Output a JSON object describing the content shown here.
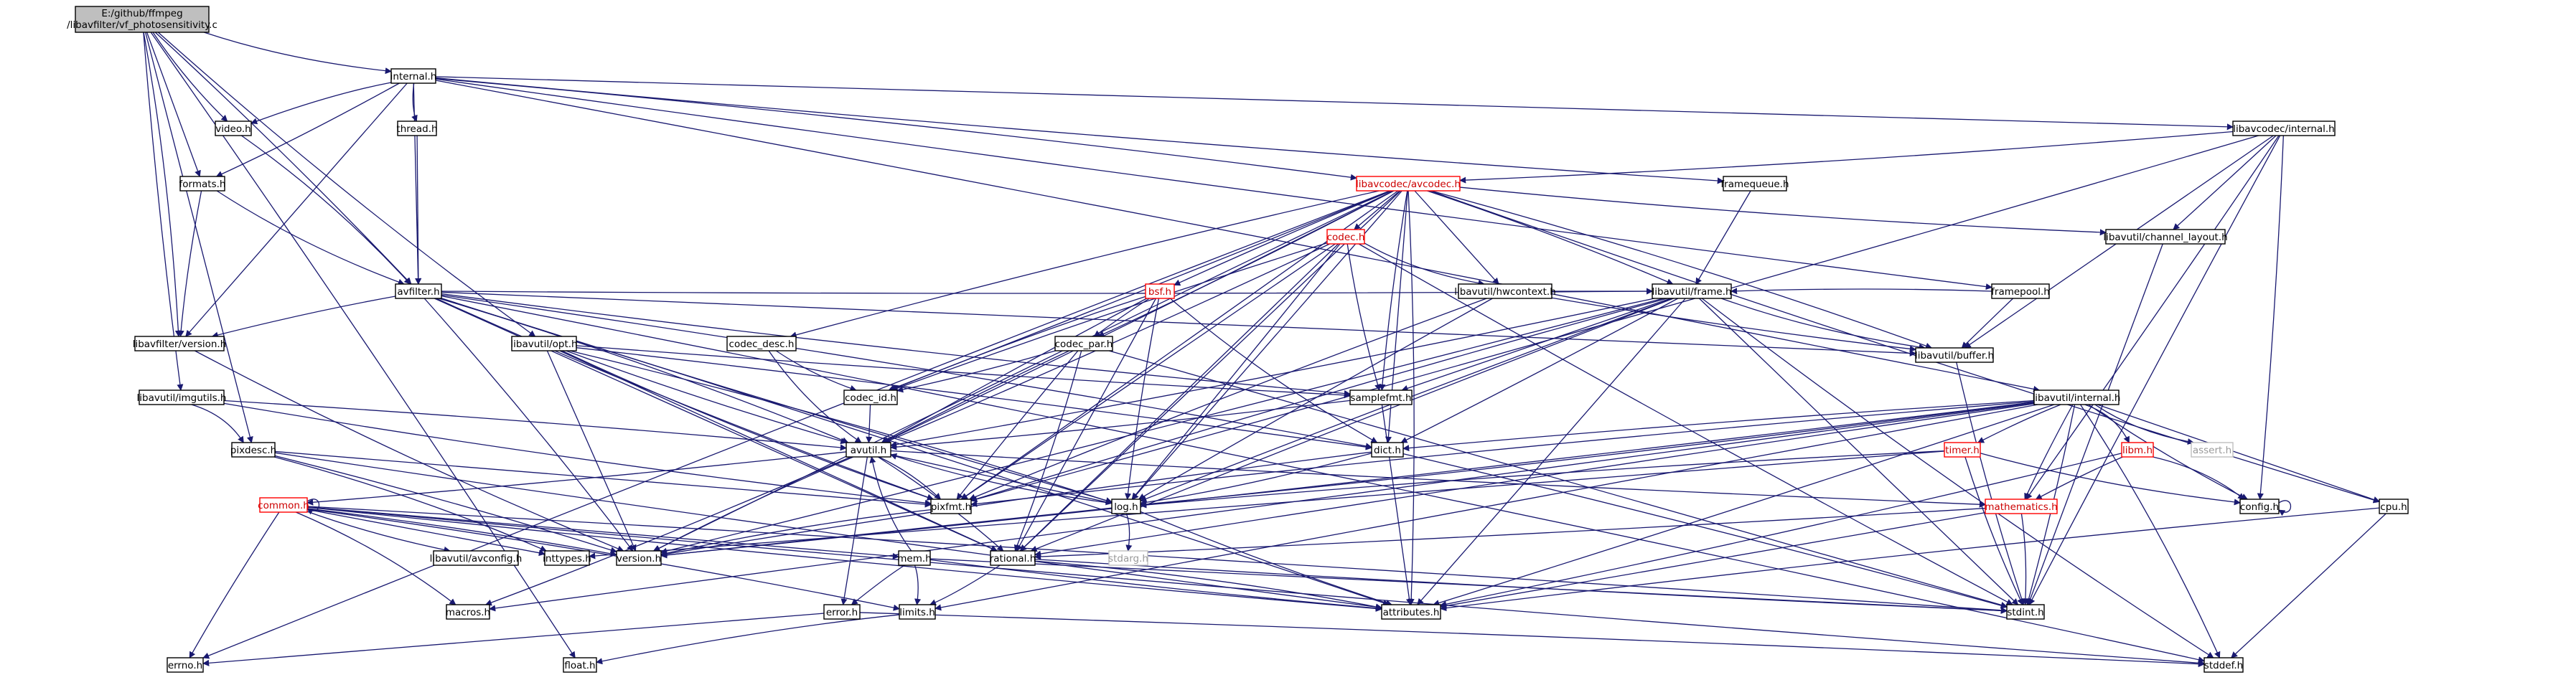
{
  "colors": {
    "edge": "#191970",
    "root_fill": "#bfbfbf",
    "truncated_border": "#ff0000",
    "node_border": "#000000"
  },
  "nodes": [
    {
      "id": "root",
      "label": "E:/github/ffmpeg/libavfilter/vf_photosensitivity.c",
      "kind": "root"
    },
    {
      "id": "internal_h",
      "label": "internal.h",
      "kind": "normal"
    },
    {
      "id": "video_h",
      "label": "video.h",
      "kind": "normal"
    },
    {
      "id": "formats_h",
      "label": "formats.h",
      "kind": "normal"
    },
    {
      "id": "thread_h",
      "label": "thread.h",
      "kind": "normal"
    },
    {
      "id": "avfilter_h",
      "label": "avfilter.h",
      "kind": "normal"
    },
    {
      "id": "lavfi_version_h",
      "label": "libavfilter/version.h",
      "kind": "normal"
    },
    {
      "id": "opt_h",
      "label": "libavutil/opt.h",
      "kind": "normal"
    },
    {
      "id": "imgutils_h",
      "label": "libavutil/imgutils.h",
      "kind": "normal"
    },
    {
      "id": "pixdesc_h",
      "label": "pixdesc.h",
      "kind": "normal"
    },
    {
      "id": "common_h",
      "label": "common.h",
      "kind": "truncated"
    },
    {
      "id": "avconfig_h",
      "label": "libavutil/avconfig.h",
      "kind": "normal"
    },
    {
      "id": "inttypes_h",
      "label": "inttypes.h",
      "kind": "normal"
    },
    {
      "id": "version_h",
      "label": "version.h",
      "kind": "normal"
    },
    {
      "id": "macros_h",
      "label": "macros.h",
      "kind": "normal"
    },
    {
      "id": "errno_h",
      "label": "errno.h",
      "kind": "normal"
    },
    {
      "id": "float_h",
      "label": "float.h",
      "kind": "normal"
    },
    {
      "id": "avutil_h",
      "label": "avutil.h",
      "kind": "normal"
    },
    {
      "id": "pixfmt_h",
      "label": "pixfmt.h",
      "kind": "normal"
    },
    {
      "id": "log_h",
      "label": "log.h",
      "kind": "normal"
    },
    {
      "id": "stdarg_h",
      "label": "stdarg.h",
      "kind": "ghost"
    },
    {
      "id": "mem_h",
      "label": "mem.h",
      "kind": "normal"
    },
    {
      "id": "rational_h",
      "label": "rational.h",
      "kind": "normal"
    },
    {
      "id": "error_h",
      "label": "error.h",
      "kind": "normal"
    },
    {
      "id": "limits_h",
      "label": "limits.h",
      "kind": "normal"
    },
    {
      "id": "attributes_h",
      "label": "attributes.h",
      "kind": "normal"
    },
    {
      "id": "stdint_h",
      "label": "stdint.h",
      "kind": "normal"
    },
    {
      "id": "stddef_h",
      "label": "stddef.h",
      "kind": "normal"
    },
    {
      "id": "codec_desc_h",
      "label": "codec_desc.h",
      "kind": "normal"
    },
    {
      "id": "codec_id_h",
      "label": "codec_id.h",
      "kind": "normal"
    },
    {
      "id": "codec_par_h",
      "label": "codec_par.h",
      "kind": "normal"
    },
    {
      "id": "bsf_h",
      "label": "bsf.h",
      "kind": "truncated"
    },
    {
      "id": "codec_h",
      "label": "codec.h",
      "kind": "truncated"
    },
    {
      "id": "avcodec_h",
      "label": "libavcodec/avcodec.h",
      "kind": "truncated"
    },
    {
      "id": "hwcontext_h",
      "label": "libavutil/hwcontext.h",
      "kind": "normal"
    },
    {
      "id": "frame_h",
      "label": "libavutil/frame.h",
      "kind": "normal"
    },
    {
      "id": "samplefmt_h",
      "label": "samplefmt.h",
      "kind": "normal"
    },
    {
      "id": "dict_h",
      "label": "dict.h",
      "kind": "normal"
    },
    {
      "id": "buffer_h",
      "label": "libavutil/buffer.h",
      "kind": "normal"
    },
    {
      "id": "framequeue_h",
      "label": "framequeue.h",
      "kind": "normal"
    },
    {
      "id": "framepool_h",
      "label": "framepool.h",
      "kind": "normal"
    },
    {
      "id": "avcodec_internal_h",
      "label": "libavcodec/internal.h",
      "kind": "normal"
    },
    {
      "id": "channel_layout_h",
      "label": "libavutil/channel_layout.h",
      "kind": "normal"
    },
    {
      "id": "avutil_internal_h",
      "label": "libavutil/internal.h",
      "kind": "normal"
    },
    {
      "id": "timer_h",
      "label": "timer.h",
      "kind": "truncated"
    },
    {
      "id": "libm_h",
      "label": "libm.h",
      "kind": "truncated"
    },
    {
      "id": "assert_h",
      "label": "assert.h",
      "kind": "ghost"
    },
    {
      "id": "config_h",
      "label": "config.h",
      "kind": "normal"
    },
    {
      "id": "mathematics_h",
      "label": "mathematics.h",
      "kind": "truncated"
    },
    {
      "id": "cpu_h",
      "label": "cpu.h",
      "kind": "normal"
    }
  ],
  "edges": [
    [
      "root",
      "internal_h"
    ],
    [
      "root",
      "video_h"
    ],
    [
      "root",
      "formats_h"
    ],
    [
      "root",
      "avfilter_h"
    ],
    [
      "root",
      "lavfi_version_h"
    ],
    [
      "root",
      "opt_h"
    ],
    [
      "root",
      "imgutils_h"
    ],
    [
      "root",
      "pixdesc_h"
    ],
    [
      "root",
      "float_h"
    ],
    [
      "internal_h",
      "video_h"
    ],
    [
      "internal_h",
      "formats_h"
    ],
    [
      "internal_h",
      "thread_h"
    ],
    [
      "internal_h",
      "avfilter_h"
    ],
    [
      "internal_h",
      "lavfi_version_h"
    ],
    [
      "internal_h",
      "avcodec_h"
    ],
    [
      "internal_h",
      "framequeue_h"
    ],
    [
      "internal_h",
      "framepool_h"
    ],
    [
      "internal_h",
      "avcodec_internal_h"
    ],
    [
      "internal_h",
      "avutil_internal_h"
    ],
    [
      "video_h",
      "avfilter_h"
    ],
    [
      "formats_h",
      "avfilter_h"
    ],
    [
      "formats_h",
      "lavfi_version_h"
    ],
    [
      "thread_h",
      "avfilter_h"
    ],
    [
      "avfilter_h",
      "lavfi_version_h"
    ],
    [
      "avfilter_h",
      "avutil_h"
    ],
    [
      "avfilter_h",
      "pixfmt_h"
    ],
    [
      "avfilter_h",
      "log_h"
    ],
    [
      "avfilter_h",
      "rational_h"
    ],
    [
      "avfilter_h",
      "attributes_h"
    ],
    [
      "avfilter_h",
      "dict_h"
    ],
    [
      "avfilter_h",
      "samplefmt_h"
    ],
    [
      "avfilter_h",
      "frame_h"
    ],
    [
      "avfilter_h",
      "buffer_h"
    ],
    [
      "avfilter_h",
      "version_h"
    ],
    [
      "avfilter_h",
      "stddef_h"
    ],
    [
      "lavfi_version_h",
      "version_h"
    ],
    [
      "opt_h",
      "avutil_h"
    ],
    [
      "opt_h",
      "rational_h"
    ],
    [
      "opt_h",
      "dict_h"
    ],
    [
      "opt_h",
      "log_h"
    ],
    [
      "opt_h",
      "pixfmt_h"
    ],
    [
      "opt_h",
      "samplefmt_h"
    ],
    [
      "opt_h",
      "version_h"
    ],
    [
      "imgutils_h",
      "avutil_h"
    ],
    [
      "imgutils_h",
      "pixdesc_h"
    ],
    [
      "imgutils_h",
      "pixfmt_h"
    ],
    [
      "pixdesc_h",
      "attributes_h"
    ],
    [
      "pixdesc_h",
      "pixfmt_h"
    ],
    [
      "pixdesc_h",
      "version_h"
    ],
    [
      "pixdesc_h",
      "inttypes_h"
    ],
    [
      "common_h",
      "common_h"
    ],
    [
      "common_h",
      "avconfig_h"
    ],
    [
      "common_h",
      "inttypes_h"
    ],
    [
      "common_h",
      "version_h"
    ],
    [
      "common_h",
      "macros_h"
    ],
    [
      "common_h",
      "errno_h"
    ],
    [
      "common_h",
      "attributes_h"
    ],
    [
      "common_h",
      "mem_h"
    ],
    [
      "common_h",
      "stdint_h"
    ],
    [
      "common_h",
      "limits_h"
    ],
    [
      "common_h",
      "stddef_h"
    ],
    [
      "avutil_h",
      "common_h"
    ],
    [
      "avutil_h",
      "error_h"
    ],
    [
      "avutil_h",
      "rational_h"
    ],
    [
      "avutil_h",
      "version_h"
    ],
    [
      "avutil_h",
      "macros_h"
    ],
    [
      "avutil_h",
      "mathematics_h"
    ],
    [
      "avutil_h",
      "log_h"
    ],
    [
      "avutil_h",
      "pixfmt_h"
    ],
    [
      "pixfmt_h",
      "version_h"
    ],
    [
      "log_h",
      "avutil_h"
    ],
    [
      "log_h",
      "attributes_h"
    ],
    [
      "log_h",
      "version_h"
    ],
    [
      "log_h",
      "stdarg_h"
    ],
    [
      "mem_h",
      "error_h"
    ],
    [
      "mem_h",
      "avutil_h"
    ],
    [
      "mem_h",
      "attributes_h"
    ],
    [
      "mem_h",
      "stdint_h"
    ],
    [
      "mem_h",
      "limits_h"
    ],
    [
      "rational_h",
      "attributes_h"
    ],
    [
      "rational_h",
      "limits_h"
    ],
    [
      "rational_h",
      "stdint_h"
    ],
    [
      "error_h",
      "errno_h"
    ],
    [
      "error_h",
      "stddef_h"
    ],
    [
      "limits_h",
      "float_h"
    ],
    [
      "codec_desc_h",
      "avutil_h"
    ],
    [
      "codec_desc_h",
      "codec_id_h"
    ],
    [
      "codec_id_h",
      "avutil_h"
    ],
    [
      "codec_par_h",
      "avutil_h"
    ],
    [
      "codec_par_h",
      "rational_h"
    ],
    [
      "codec_par_h",
      "pixfmt_h"
    ],
    [
      "codec_par_h",
      "codec_id_h"
    ],
    [
      "codec_par_h",
      "stdint_h"
    ],
    [
      "bsf_h",
      "codec_par_h"
    ],
    [
      "bsf_h",
      "codec_id_h"
    ],
    [
      "bsf_h",
      "dict_h"
    ],
    [
      "bsf_h",
      "log_h"
    ],
    [
      "bsf_h",
      "rational_h"
    ],
    [
      "bsf_h",
      "avutil_h"
    ],
    [
      "codec_h",
      "codec_id_h"
    ],
    [
      "codec_h",
      "hwcontext_h"
    ],
    [
      "codec_h",
      "samplefmt_h"
    ],
    [
      "codec_h",
      "pixfmt_h"
    ],
    [
      "codec_h",
      "log_h"
    ],
    [
      "codec_h",
      "rational_h"
    ],
    [
      "codec_h",
      "avutil_h"
    ],
    [
      "codec_h",
      "stdint_h"
    ],
    [
      "avcodec_h",
      "codec_h"
    ],
    [
      "avcodec_h",
      "bsf_h"
    ],
    [
      "avcodec_h",
      "codec_desc_h"
    ],
    [
      "avcodec_h",
      "codec_par_h"
    ],
    [
      "avcodec_h",
      "codec_id_h"
    ],
    [
      "avcodec_h",
      "hwcontext_h"
    ],
    [
      "avcodec_h",
      "frame_h"
    ],
    [
      "avcodec_h",
      "buffer_h"
    ],
    [
      "avcodec_h",
      "channel_layout_h"
    ],
    [
      "avcodec_h",
      "samplefmt_h"
    ],
    [
      "avcodec_h",
      "dict_h"
    ],
    [
      "avcodec_h",
      "log_h"
    ],
    [
      "avcodec_h",
      "attributes_h"
    ],
    [
      "avcodec_h",
      "avutil_h"
    ],
    [
      "avcodec_h",
      "pixfmt_h"
    ],
    [
      "avcodec_h",
      "rational_h"
    ],
    [
      "avcodec_h",
      "version_h"
    ],
    [
      "avcodec_h",
      "errno_h"
    ],
    [
      "avcodec_h",
      "cpu_h"
    ],
    [
      "hwcontext_h",
      "buffer_h"
    ],
    [
      "hwcontext_h",
      "frame_h"
    ],
    [
      "hwcontext_h",
      "log_h"
    ],
    [
      "hwcontext_h",
      "pixfmt_h"
    ],
    [
      "frame_h",
      "buffer_h"
    ],
    [
      "frame_h",
      "dict_h"
    ],
    [
      "frame_h",
      "samplefmt_h"
    ],
    [
      "frame_h",
      "rational_h"
    ],
    [
      "frame_h",
      "pixfmt_h"
    ],
    [
      "frame_h",
      "avutil_h"
    ],
    [
      "frame_h",
      "version_h"
    ],
    [
      "frame_h",
      "stdint_h"
    ],
    [
      "frame_h",
      "log_h"
    ],
    [
      "frame_h",
      "attributes_h"
    ],
    [
      "frame_h",
      "stddef_h"
    ],
    [
      "samplefmt_h",
      "avutil_h"
    ],
    [
      "samplefmt_h",
      "attributes_h"
    ],
    [
      "dict_h",
      "stdint_h"
    ],
    [
      "dict_h",
      "version_h"
    ],
    [
      "dict_h",
      "log_h"
    ],
    [
      "buffer_h",
      "stdint_h"
    ],
    [
      "framequeue_h",
      "frame_h"
    ],
    [
      "framepool_h",
      "frame_h"
    ],
    [
      "framepool_h",
      "buffer_h"
    ],
    [
      "avcodec_internal_h",
      "avcodec_h"
    ],
    [
      "avcodec_internal_h",
      "channel_layout_h"
    ],
    [
      "avcodec_internal_h",
      "buffer_h"
    ],
    [
      "avcodec_internal_h",
      "config_h"
    ],
    [
      "avcodec_internal_h",
      "mathematics_h"
    ],
    [
      "avcodec_internal_h",
      "pixfmt_h"
    ],
    [
      "avcodec_internal_h",
      "stdint_h"
    ],
    [
      "channel_layout_h",
      "stdint_h"
    ],
    [
      "avutil_internal_h",
      "timer_h"
    ],
    [
      "avutil_internal_h",
      "libm_h"
    ],
    [
      "avutil_internal_h",
      "assert_h"
    ],
    [
      "avutil_internal_h",
      "config_h"
    ],
    [
      "avutil_internal_h",
      "cpu_h"
    ],
    [
      "avutil_internal_h",
      "dict_h"
    ],
    [
      "avutil_internal_h",
      "pixfmt_h"
    ],
    [
      "avutil_internal_h",
      "version_h"
    ],
    [
      "avutil_internal_h",
      "attributes_h"
    ],
    [
      "avutil_internal_h",
      "macros_h"
    ],
    [
      "avutil_internal_h",
      "stdint_h"
    ],
    [
      "avutil_internal_h",
      "stddef_h"
    ],
    [
      "avutil_internal_h",
      "log_h"
    ],
    [
      "avutil_internal_h",
      "mathematics_h"
    ],
    [
      "avutil_internal_h",
      "limits_h"
    ],
    [
      "avutil_internal_h",
      "rational_h"
    ],
    [
      "timer_h",
      "log_h"
    ],
    [
      "timer_h",
      "config_h"
    ],
    [
      "timer_h",
      "stdint_h"
    ],
    [
      "timer_h",
      "inttypes_h"
    ],
    [
      "libm_h",
      "mathematics_h"
    ],
    [
      "libm_h",
      "config_h"
    ],
    [
      "libm_h",
      "attributes_h"
    ],
    [
      "mathematics_h",
      "rational_h"
    ],
    [
      "mathematics_h",
      "attributes_h"
    ],
    [
      "mathematics_h",
      "stdint_h"
    ],
    [
      "cpu_h",
      "attributes_h"
    ],
    [
      "cpu_h",
      "stddef_h"
    ],
    [
      "config_h",
      "config_h"
    ]
  ]
}
